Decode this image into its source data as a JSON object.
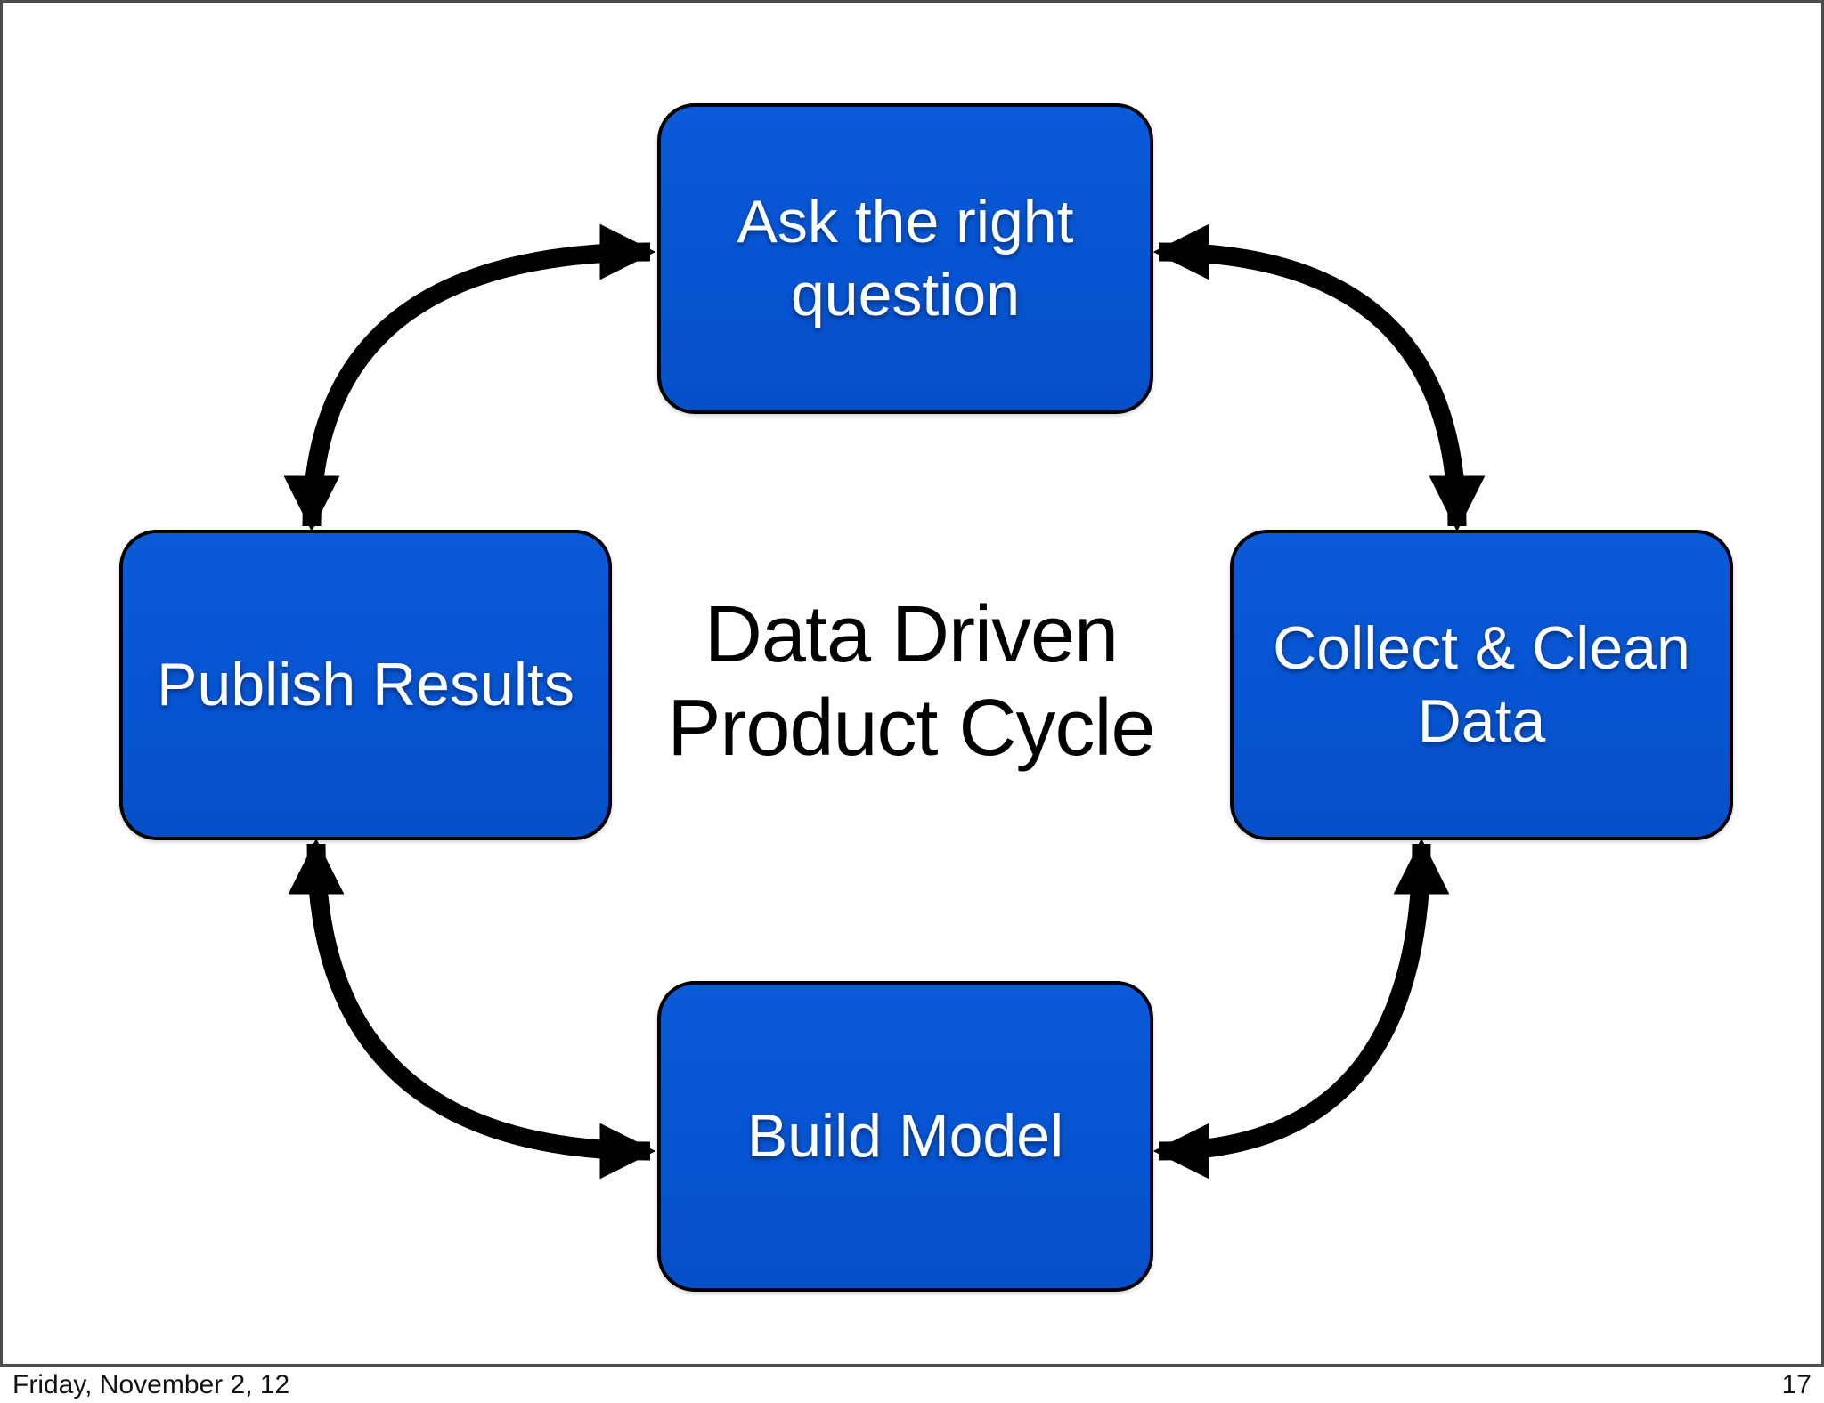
{
  "slide": {
    "diagram": {
      "title": "Data Driven Product Cycle",
      "title_lines": [
        "Data Driven",
        "Product Cycle"
      ],
      "nodes": [
        {
          "id": "ask",
          "label": "Ask the right question"
        },
        {
          "id": "collect",
          "label": "Collect & Clean Data"
        },
        {
          "id": "build",
          "label": "Build Model"
        },
        {
          "id": "publish",
          "label": "Publish Results"
        }
      ],
      "arrows": [
        {
          "from": "Publish Results",
          "to": "Ask the right question",
          "shape": "curved",
          "bidirectional": true
        },
        {
          "from": "Ask the right question",
          "to": "Collect & Clean Data",
          "shape": "curved",
          "bidirectional": true
        },
        {
          "from": "Publish Results",
          "to": "Build Model",
          "shape": "curved",
          "bidirectional": true
        },
        {
          "from": "Build Model",
          "to": "Collect & Clean Data",
          "shape": "curved",
          "bidirectional": true
        }
      ],
      "colors": {
        "node_fill": "#0654D2",
        "node_border": "#000000",
        "node_text": "#FFFFFF",
        "title_text": "#000000",
        "arrow": "#000000",
        "slide_border": "#4D4D4D",
        "background": "#FFFFFF",
        "footer_text": "#111111"
      }
    }
  },
  "footer": {
    "date": "Friday, November 2, 12",
    "page_number": "17"
  }
}
